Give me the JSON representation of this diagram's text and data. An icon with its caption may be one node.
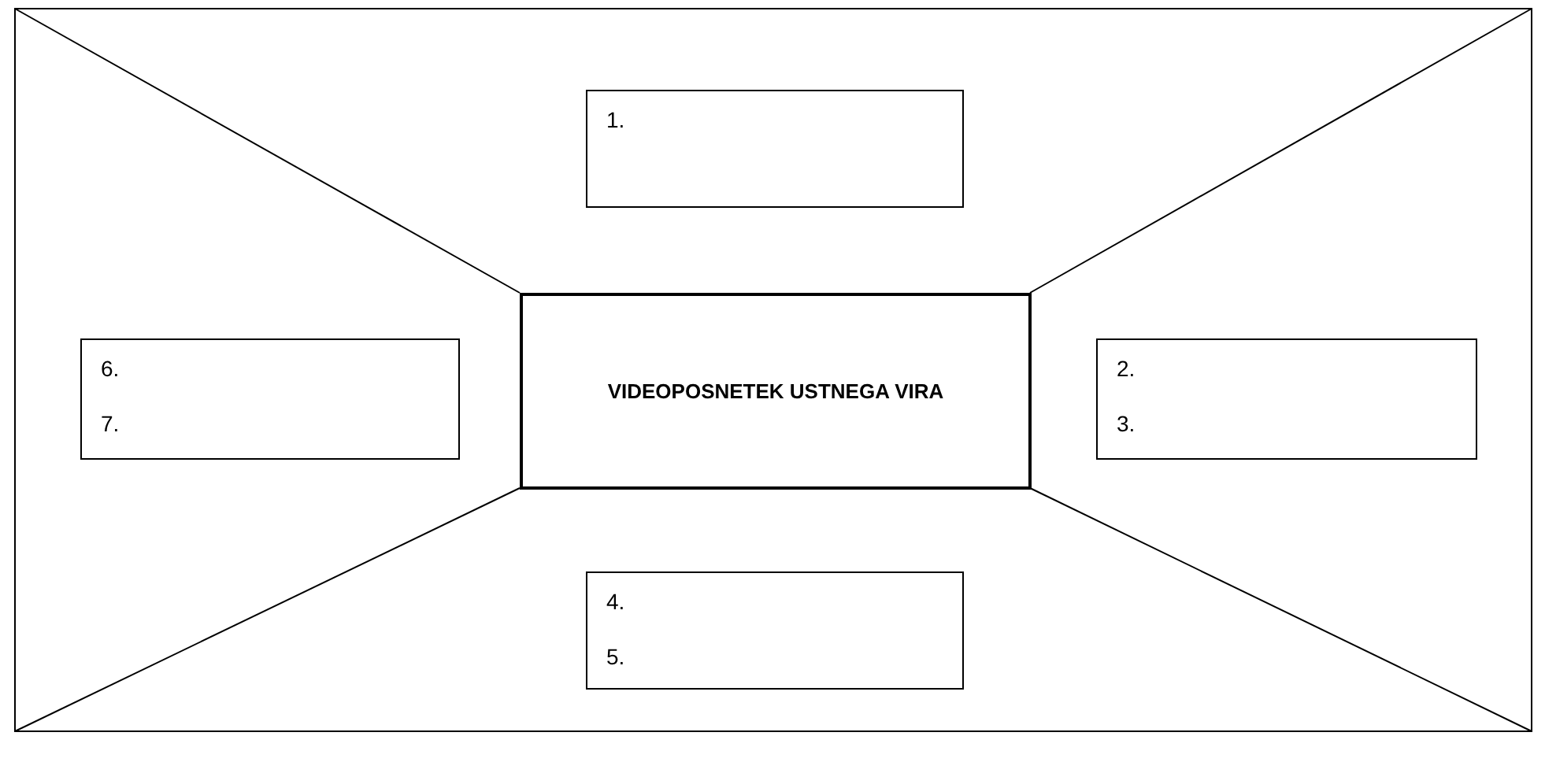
{
  "diagram": {
    "nodes": [
      {
        "text": [
          "1."
        ]
      },
      {
        "text": [
          "6.",
          "7."
        ]
      },
      {
        "text": [
          "VIDEOPOSNETEK USTNEGA VIRA"
        ]
      },
      {
        "text": [
          "2.",
          "3."
        ]
      },
      {
        "text": [
          "4.",
          "5."
        ]
      }
    ]
  }
}
